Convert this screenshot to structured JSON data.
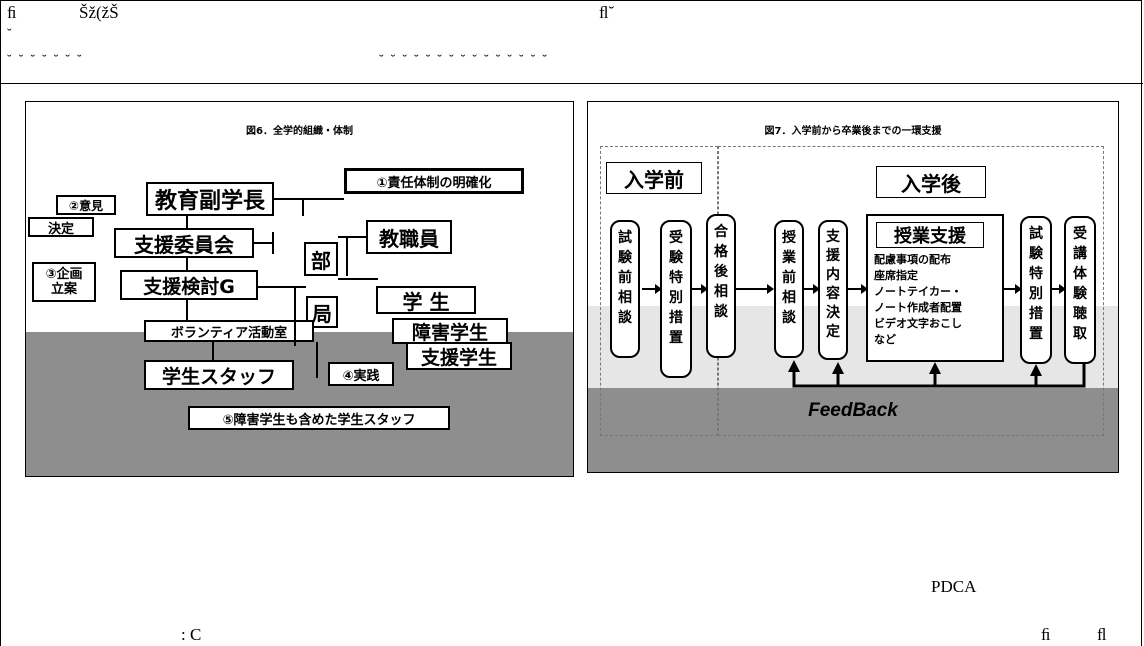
{
  "header": {
    "left_chars_1": "ﬁ",
    "left_chars_2": "Šž(žŠ",
    "center_chars": "ﬂ˘",
    "line2": "˘",
    "line3_left": "˘  ˘  ˘  ˘  ˘  ˘  ˘",
    "line3_right": "˘  ˘  ˘  ˘  ˘  ˘  ˘  ˘  ˘  ˘  ˘  ˘  ˘  ˘  ˘"
  },
  "figure6": {
    "title": "図6．全学的組織・体制",
    "boxes": {
      "vice_president": "教育副学長",
      "responsibility": "①責任体制の明確化",
      "opinion": "②意見",
      "decision": "決定",
      "committee": "支援委員会",
      "planning": "③企画\n立案",
      "study_group": "支援検討G",
      "staff": "教職員",
      "dept": "部",
      "bureau": "局",
      "students": "学  生",
      "disabled_students": "障害学生",
      "support_students": "支援学生",
      "volunteer_room": "ボランティア活動室",
      "student_staff": "学生スタッフ",
      "implementation": "④実践",
      "all_staff": "⑤障害学生も含めた学生スタッフ"
    }
  },
  "figure7": {
    "title": "図7．入学前から卒業後までの一環支援",
    "before_label": "入学前",
    "after_label": "入学後",
    "columns": [
      "試\n験\n前\n相\n談",
      "受\n験\n特\n別\n措\n置",
      "合\n格\n後\n相\n談",
      "授\n業\n前\n相\n談",
      "支\n援\n内\n容\n決\n定",
      "試\n験\n特\n別\n措\n置",
      "受\n講\n体\n験\n聴\n取"
    ],
    "class_support_title": "授業支援",
    "class_support_items": "配慮事項の配布\n座席指定\nノートテイカー・\nノート作成者配置\nビデオ文字おこし\nなど",
    "feedback": "FeedBack"
  },
  "footer": {
    "pdca": "PDCA",
    "colon_c": ": C",
    "right_chars_1": "ﬁ",
    "right_chars_2": "ﬂ"
  }
}
